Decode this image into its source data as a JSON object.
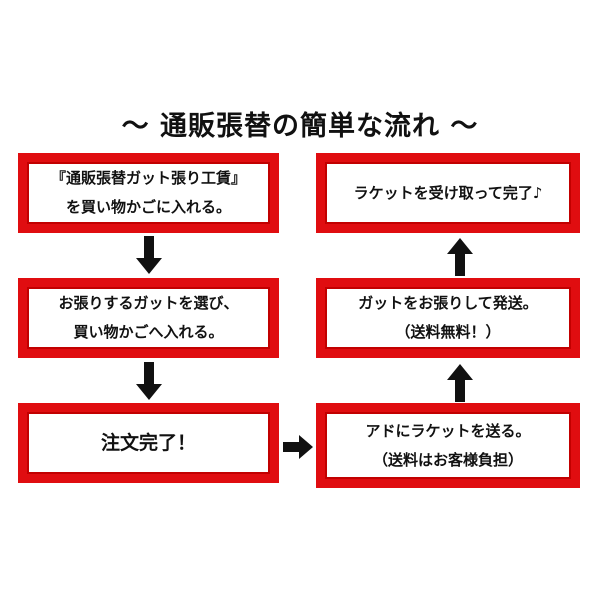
{
  "title": "〜 通販張替の簡単な流れ 〜",
  "steps": {
    "s1": {
      "line1": "『通販張替ガット張り工賃』",
      "line2": "を買い物かごに入れる。"
    },
    "s2": {
      "line1": "お張りするガットを選び、",
      "line2": "買い物かごへ入れる。"
    },
    "s3": {
      "line1": "注文完了！"
    },
    "s4": {
      "line1": "アドにラケットを送る。",
      "line2": "（送料はお客様負担）"
    },
    "s5": {
      "line1": "ガットをお張りして発送。",
      "line2": "（送料無料！）"
    },
    "s6": {
      "line1": "ラケットを受け取って完了♪"
    }
  },
  "colors": {
    "box_border": "#e00d10",
    "arrow": "#111111",
    "text": "#111111"
  }
}
